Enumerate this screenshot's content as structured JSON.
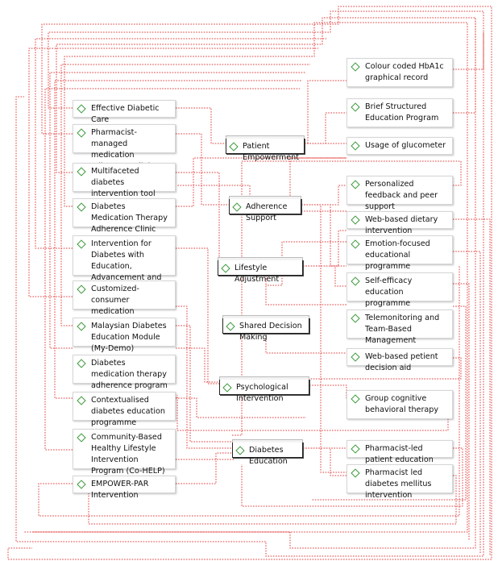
{
  "hubs": {
    "patient_empowerment": "Patient Empowerment",
    "adherence_support": "Adherence Support",
    "lifestyle_adjustment": "Lifestyle Adjustment",
    "shared_decision_making": "Shared Decision Making",
    "psychological_intervention": "Psychological Intervention",
    "diabetes_education": "Diabetes Education"
  },
  "left_interventions": [
    "Effective Diabetic Care",
    "Pharmacist-managed medication adherence clinic",
    "Multifaceted diabetes intervention tool (Simpler)",
    "Diabetes Medication Therapy Adherence Clinic",
    "Intervention for Diabetes with Education, Advancement and Support (IDEAS)",
    "Customized-consumer medication information",
    "Malaysian Diabetes Education Module (My-Demo)",
    "Diabetes medication therapy adherence program",
    "Contextualised diabetes education programme",
    "Community-Based Healthy Lifestyle Intervention Program (Co-HELP)",
    "EMPOWER-PAR Intervention"
  ],
  "right_interventions": [
    "Colour coded HbA1c graphical record",
    "Brief Structured Education Program",
    "Usage of glucometer",
    "Personalized feedback and peer support",
    "Web-based dietary intervention",
    "Emotion-focused educational programme (VEMOFIT)",
    "Self-efficacy education programme",
    "Telemonitoring and Team-Based Management",
    "Web-based petient decision aid",
    "Group cognitive behavioral therapy",
    "Pharmacist-led patient education",
    "Pharmacist led diabetes mellitus intervention"
  ],
  "colors": {
    "connector": "#e23b3b",
    "icon": "#3a9a3a"
  }
}
